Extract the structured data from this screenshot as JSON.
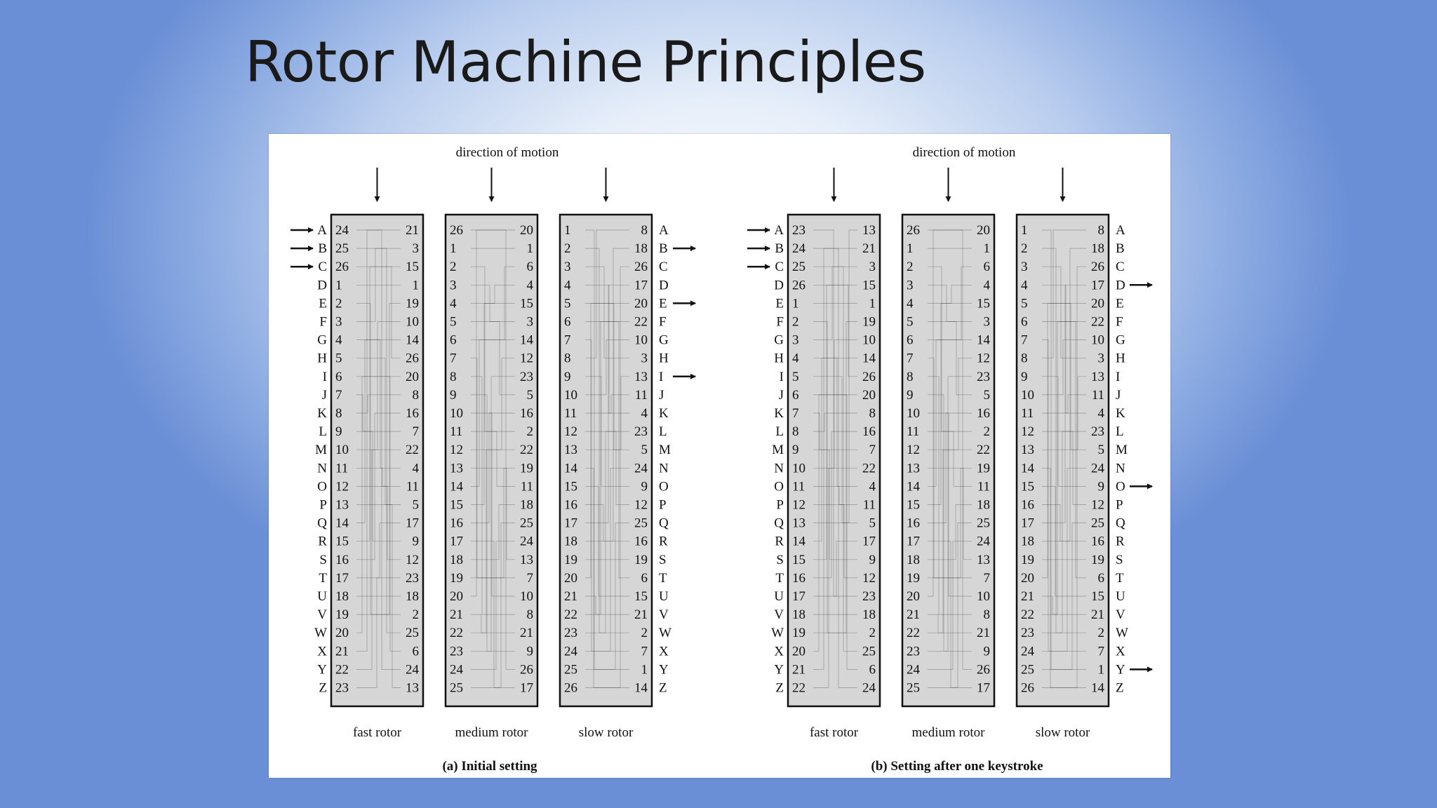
{
  "slide": {
    "title": "Rotor Machine Principles"
  },
  "letters": [
    "A",
    "B",
    "C",
    "D",
    "E",
    "F",
    "G",
    "H",
    "I",
    "J",
    "K",
    "L",
    "M",
    "N",
    "O",
    "P",
    "Q",
    "R",
    "S",
    "T",
    "U",
    "V",
    "W",
    "X",
    "Y",
    "Z"
  ],
  "panels": [
    {
      "id": "a",
      "direction_label": "direction of motion",
      "caption": "(a) Initial setting",
      "input_letters": [
        "A",
        "B",
        "C"
      ],
      "output_letters": [
        "B",
        "E",
        "I"
      ],
      "rotors": [
        {
          "name": "fast rotor",
          "left": [
            24,
            25,
            26,
            1,
            2,
            3,
            4,
            5,
            6,
            7,
            8,
            9,
            10,
            11,
            12,
            13,
            14,
            15,
            16,
            17,
            18,
            19,
            20,
            21,
            22,
            23
          ],
          "right": [
            21,
            3,
            15,
            1,
            19,
            10,
            14,
            26,
            20,
            8,
            16,
            7,
            22,
            4,
            11,
            5,
            17,
            9,
            12,
            23,
            18,
            2,
            25,
            6,
            24,
            13
          ]
        },
        {
          "name": "medium rotor",
          "left": [
            26,
            1,
            2,
            3,
            4,
            5,
            6,
            7,
            8,
            9,
            10,
            11,
            12,
            13,
            14,
            15,
            16,
            17,
            18,
            19,
            20,
            21,
            22,
            23,
            24,
            25
          ],
          "right": [
            20,
            1,
            6,
            4,
            15,
            3,
            14,
            12,
            23,
            5,
            16,
            2,
            22,
            19,
            11,
            18,
            25,
            24,
            13,
            7,
            10,
            8,
            21,
            9,
            26,
            17
          ]
        },
        {
          "name": "slow rotor",
          "left": [
            1,
            2,
            3,
            4,
            5,
            6,
            7,
            8,
            9,
            10,
            11,
            12,
            13,
            14,
            15,
            16,
            17,
            18,
            19,
            20,
            21,
            22,
            23,
            24,
            25,
            26
          ],
          "right": [
            8,
            18,
            26,
            17,
            20,
            22,
            10,
            3,
            13,
            11,
            4,
            23,
            5,
            24,
            9,
            12,
            25,
            16,
            19,
            6,
            15,
            21,
            2,
            7,
            1,
            14
          ]
        }
      ]
    },
    {
      "id": "b",
      "direction_label": "direction of motion",
      "caption": "(b) Setting after one keystroke",
      "input_letters": [
        "A",
        "B",
        "C"
      ],
      "output_letters": [
        "D",
        "O",
        "Y"
      ],
      "rotors": [
        {
          "name": "fast rotor",
          "left": [
            23,
            24,
            25,
            26,
            1,
            2,
            3,
            4,
            5,
            6,
            7,
            8,
            9,
            10,
            11,
            12,
            13,
            14,
            15,
            16,
            17,
            18,
            19,
            20,
            21,
            22
          ],
          "right": [
            13,
            21,
            3,
            15,
            1,
            19,
            10,
            14,
            26,
            20,
            8,
            16,
            7,
            22,
            4,
            11,
            5,
            17,
            9,
            12,
            23,
            18,
            2,
            25,
            6,
            24
          ]
        },
        {
          "name": "medium rotor",
          "left": [
            26,
            1,
            2,
            3,
            4,
            5,
            6,
            7,
            8,
            9,
            10,
            11,
            12,
            13,
            14,
            15,
            16,
            17,
            18,
            19,
            20,
            21,
            22,
            23,
            24,
            25
          ],
          "right": [
            20,
            1,
            6,
            4,
            15,
            3,
            14,
            12,
            23,
            5,
            16,
            2,
            22,
            19,
            11,
            18,
            25,
            24,
            13,
            7,
            10,
            8,
            21,
            9,
            26,
            17
          ]
        },
        {
          "name": "slow rotor",
          "left": [
            1,
            2,
            3,
            4,
            5,
            6,
            7,
            8,
            9,
            10,
            11,
            12,
            13,
            14,
            15,
            16,
            17,
            18,
            19,
            20,
            21,
            22,
            23,
            24,
            25,
            26
          ],
          "right": [
            8,
            18,
            26,
            17,
            20,
            22,
            10,
            3,
            13,
            11,
            4,
            23,
            5,
            24,
            9,
            12,
            25,
            16,
            19,
            6,
            15,
            21,
            2,
            7,
            1,
            14
          ]
        }
      ]
    }
  ]
}
